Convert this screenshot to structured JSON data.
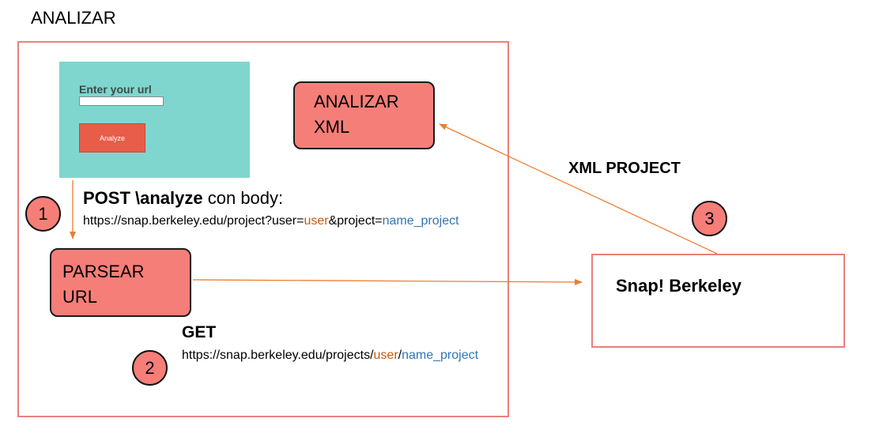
{
  "title": "ANALIZAR",
  "form": {
    "label": "Enter your url",
    "input_value": "",
    "button_label": "Analyze"
  },
  "processes": {
    "analizar_xml": [
      "ANALIZAR",
      "XML"
    ],
    "parsear_url": [
      "PARSEAR",
      "URL"
    ]
  },
  "external": {
    "snap_label": "Snap! Berkeley"
  },
  "steps": {
    "step1": {
      "number": "1",
      "title_bold": "POST \\analyze",
      "title_rest": " con body:",
      "url_parts": [
        "https://snap.berkeley.edu/project?user=",
        "user",
        "&project=",
        "name_project"
      ]
    },
    "step2": {
      "number": "2",
      "title": "GET",
      "url_parts": [
        "https://snap.berkeley.edu/projects/",
        "user",
        "/",
        "name_project"
      ]
    },
    "step3": {
      "number": "3",
      "label": "XML PROJECT"
    }
  },
  "colors": {
    "border": "#e9817b",
    "process_fill": "#f67e78",
    "arrow": "#ed7d31",
    "form_panel": "#7fd6ce",
    "analyze_button": "#e85c4a",
    "user_highlight": "#c55a11",
    "project_highlight": "#2e75b6"
  }
}
